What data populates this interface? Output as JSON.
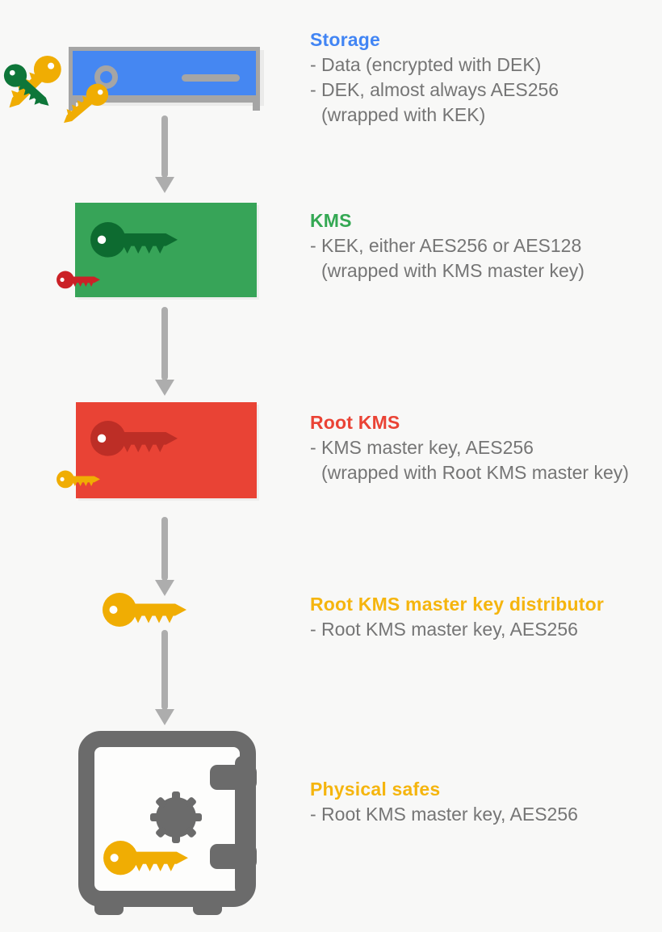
{
  "sections": {
    "storage": {
      "title": "Storage",
      "lines": [
        "- Data (encrypted with DEK)",
        "- DEK, almost always AES256",
        "(wrapped with KEK)"
      ]
    },
    "kms": {
      "title": "KMS",
      "lines": [
        "- KEK, either AES256 or AES128",
        "(wrapped with KMS master key)"
      ]
    },
    "root_kms": {
      "title": "Root KMS",
      "lines": [
        "- KMS master key, AES256",
        "(wrapped with Root KMS master key)"
      ]
    },
    "distributor": {
      "title": "Root KMS master key distributor",
      "lines": [
        "- Root KMS master key, AES256"
      ]
    },
    "physical_safes": {
      "title": "Physical safes",
      "lines": [
        "- Root KMS master key, AES256"
      ]
    }
  },
  "icons": {
    "storage": "hard-drive-icon with green-key-icon and yellow-key-icons",
    "kms": "green-box with dark-green-key-icon and red-key-icon",
    "root_kms": "red-box with dark-red-key-icon and yellow-key-icon",
    "distributor": "yellow-key-icon",
    "physical_safes": "safe-icon with dial, hinges and yellow-key-icon",
    "flow": "down-arrow-icon x4"
  },
  "colors": {
    "background": "#f8f8f7",
    "storage_title": "#4285f4",
    "kms_title": "#34a853",
    "root_kms_title": "#ea4335",
    "gold_title": "#f5b50e",
    "body_text": "#757575",
    "storage_box": "#4587f2",
    "drive_frame": "#a5a5a5",
    "kms_box": "#37a458",
    "kms_key": "#0d6b30",
    "root_box": "#e94335",
    "root_key": "#bd2e26",
    "red_key": "#cb2127",
    "yellow_key": "#f0ad03",
    "green_key": "#0e7639",
    "arrow": "#adadad",
    "safe": "#6b6b6b",
    "safe_inner": "#fdfdfc"
  }
}
